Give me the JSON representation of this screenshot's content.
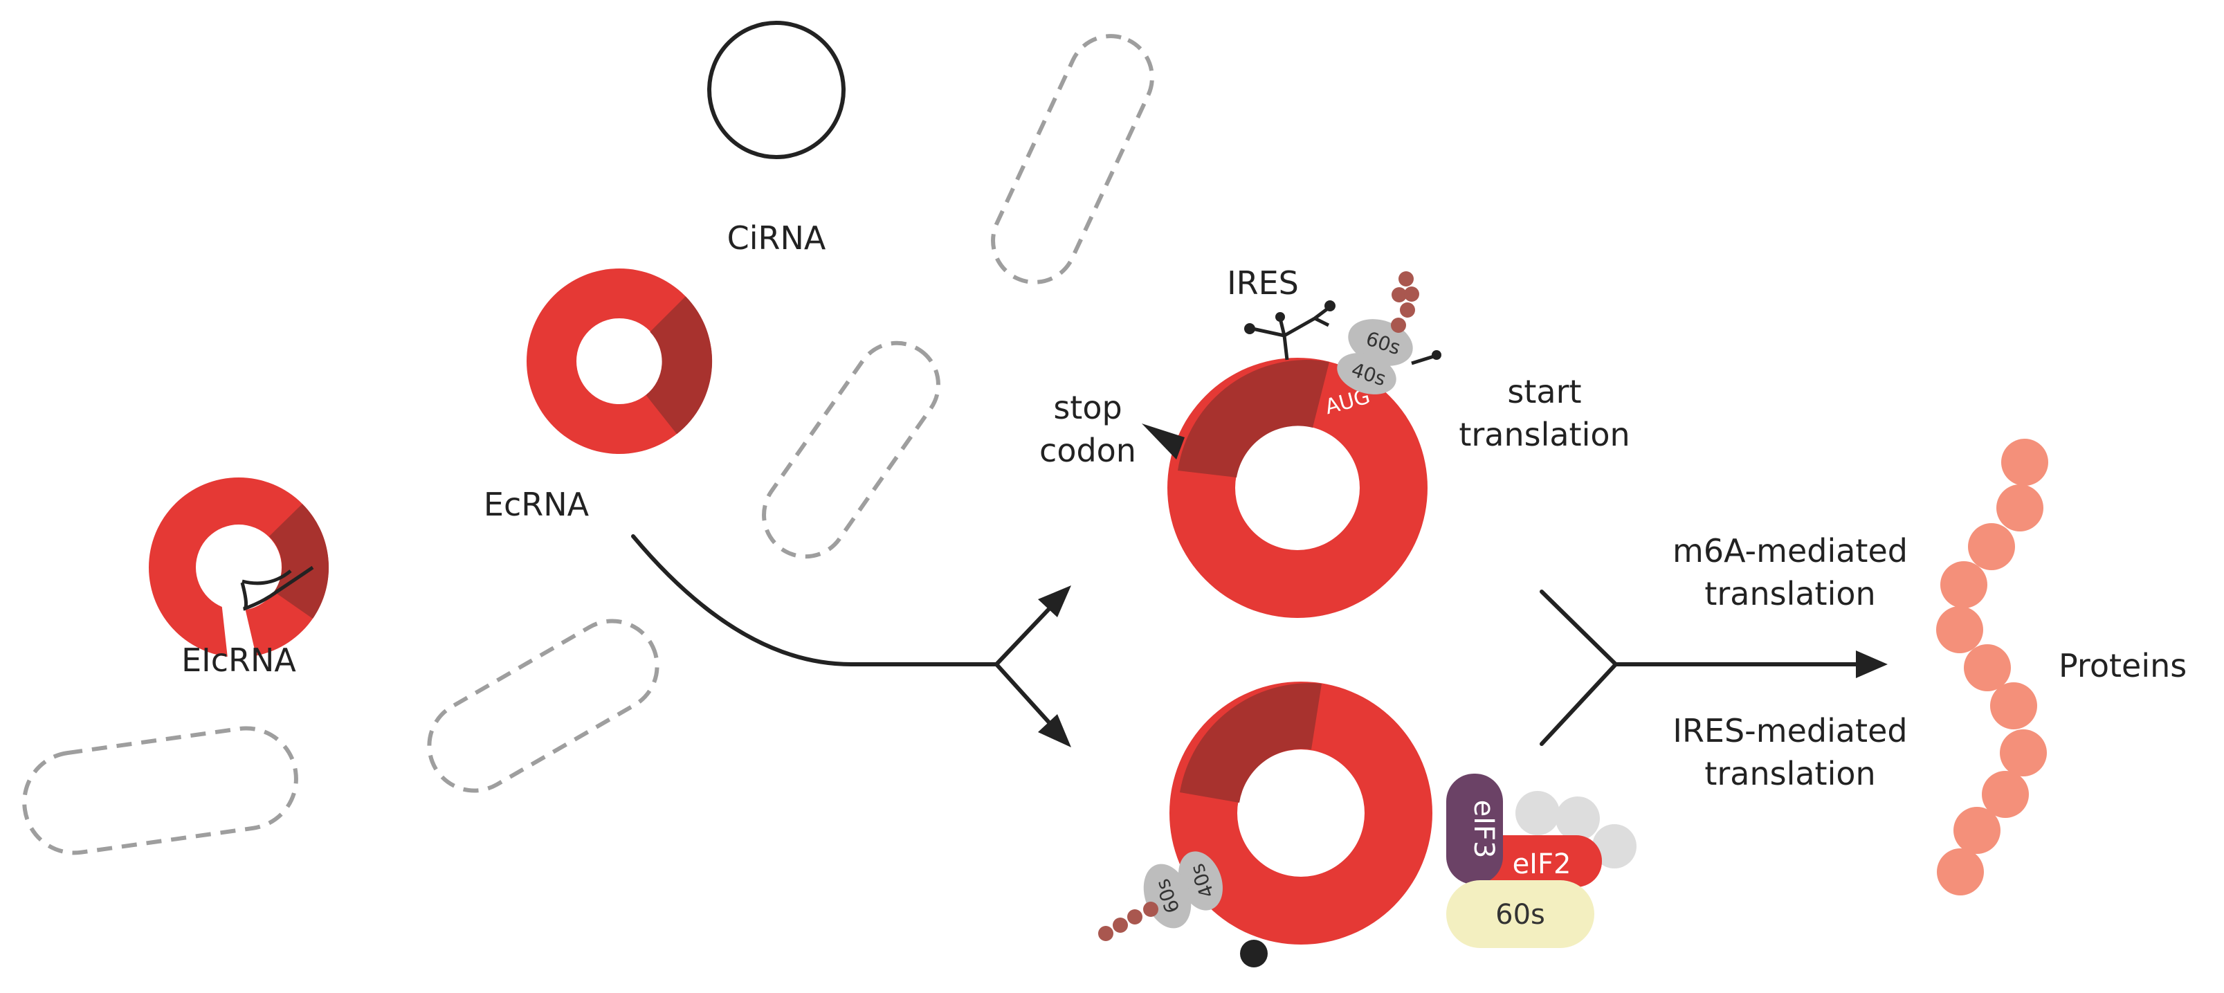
{
  "labels": {
    "circ_rna": "CiRNA",
    "ec_rna": "EcRNA",
    "eic_rna": "EIcRNA",
    "ires": "IRES",
    "stop_codon_1": "stop",
    "stop_codon_2": "codon",
    "start_translation_1": "start",
    "start_translation_2": "translation",
    "aug": "AUG",
    "ribo_60s": "60s",
    "ribo_40s": "40s",
    "m6a_1": "m6A-mediated",
    "m6a_2": "translation",
    "ires_med_1": "IRES-mediated",
    "ires_med_2": "translation",
    "proteins": "Proteins",
    "eif3": "eIF3",
    "eif2": "eIF2",
    "big_60s": "60s"
  },
  "colors": {
    "red": "#e53935",
    "dark_red": "#a8322e",
    "gray_ribosome": "#bdbdbd",
    "peptide": "#a9574f",
    "protein": "#f4907a",
    "eif3": "#6b4266",
    "eif2": "#e53935",
    "cream": "#f3efc0",
    "light_gray": "#dddddd",
    "dashed": "#9e9e9e",
    "line": "#222222"
  }
}
